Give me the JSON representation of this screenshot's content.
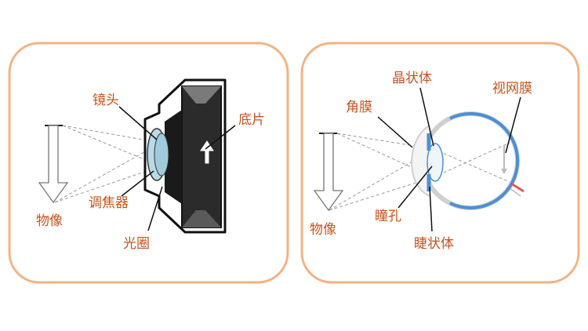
{
  "camera_panel": {
    "labels": {
      "lens": "镜头",
      "film": "底片",
      "focus": "调焦器",
      "object_image": "物像",
      "aperture": "光圈"
    }
  },
  "eye_panel": {
    "labels": {
      "crystalline_lens": "晶状体",
      "cornea": "角膜",
      "retina": "视网膜",
      "object_image": "物像",
      "pupil": "瞳孔",
      "ciliary_body": "睫状体"
    }
  },
  "colors": {
    "panel_border": "#f3b383",
    "label_text": "#c8531e",
    "lens_blue": "#4f8fd4",
    "retina_blue": "#4a8fd8"
  }
}
